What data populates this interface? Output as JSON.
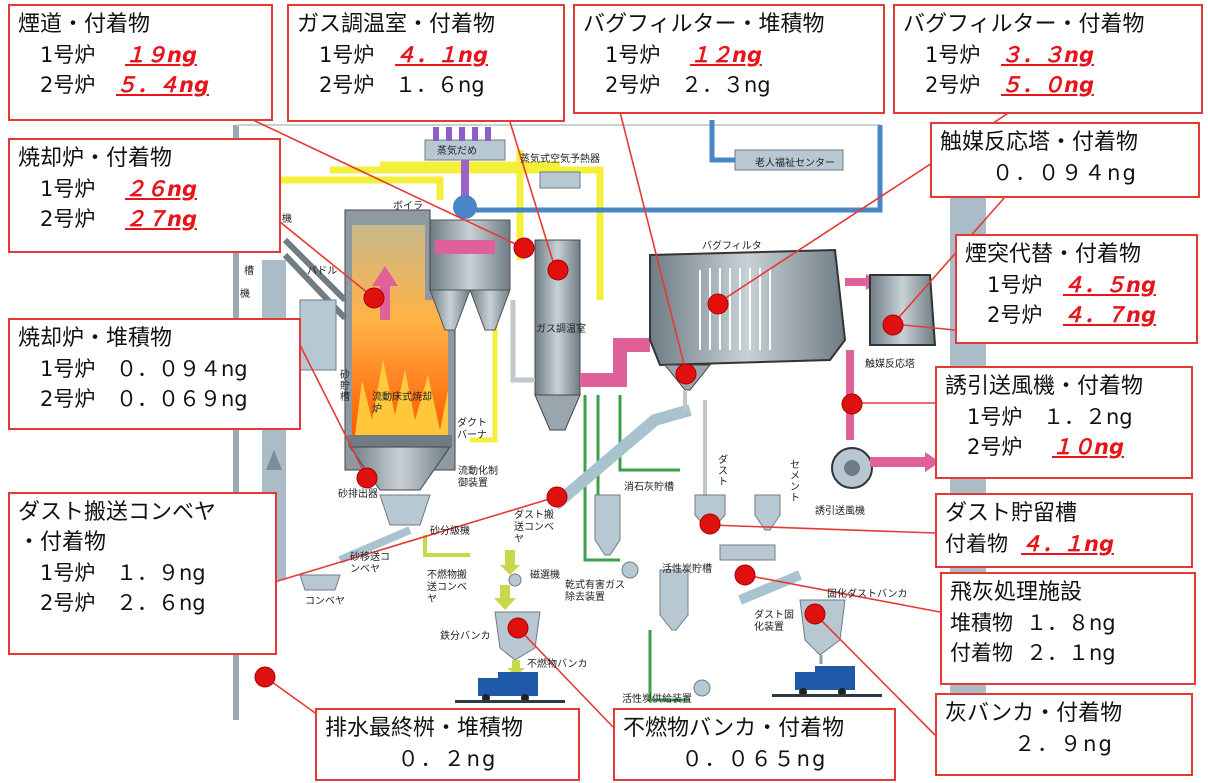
{
  "colors": {
    "box_border": "#e53935",
    "highlight_text": "#e8141b",
    "marker": "#e01010",
    "equipment": "#9fb3bf",
    "flue_yellow": "#f4ef3a",
    "flow_pink": "#e0609a",
    "flow_blue": "#4a85c6",
    "fire": "#ff7a1a"
  },
  "boxes": {
    "flue": {
      "title": "煙道・付着物",
      "rows": [
        {
          "label": "1号炉",
          "value": "１９ng",
          "highlight": true
        },
        {
          "label": "2号炉",
          "value": "５．４ng",
          "highlight": true
        }
      ]
    },
    "gas_cooling": {
      "title": "ガス調温室・付着物",
      "rows": [
        {
          "label": "1号炉",
          "value": "４．１ng",
          "highlight": true
        },
        {
          "label": "2号炉",
          "value": "１．６ng",
          "highlight": false
        }
      ]
    },
    "bag_deposit": {
      "title": "バグフィルター・堆積物",
      "rows": [
        {
          "label": "1号炉",
          "value": "１２ng",
          "highlight": true
        },
        {
          "label": "2号炉",
          "value": "２．３ng",
          "highlight": false
        }
      ]
    },
    "bag_adhered": {
      "title": "バグフィルター・付着物",
      "rows": [
        {
          "label": "1号炉",
          "value": "３．３ng",
          "highlight": true
        },
        {
          "label": "2号炉",
          "value": "５．０ng",
          "highlight": true
        }
      ]
    },
    "catalyst": {
      "title": "触媒反応塔・付着物",
      "value": "０．０９４ng"
    },
    "chimney": {
      "title": "煙突代替・付着物",
      "rows": [
        {
          "label": "1号炉",
          "value": "４．５ng",
          "highlight": true
        },
        {
          "label": "2号炉",
          "value": "４．７ng",
          "highlight": true
        }
      ]
    },
    "incinerator_adhered": {
      "title": "焼却炉・付着物",
      "rows": [
        {
          "label": "1号炉",
          "value": "２６ng",
          "highlight": true
        },
        {
          "label": "2号炉",
          "value": "２７ng",
          "highlight": true
        }
      ]
    },
    "incinerator_deposit": {
      "title": "焼却炉・堆積物",
      "rows": [
        {
          "label": "1号炉",
          "value": "０．０９４ng",
          "highlight": false
        },
        {
          "label": "2号炉",
          "value": "０．０６９ng",
          "highlight": false
        }
      ]
    },
    "induced_fan": {
      "title": "誘引送風機・付着物",
      "rows": [
        {
          "label": "1号炉",
          "value": "１．２ng",
          "highlight": false
        },
        {
          "label": "2号炉",
          "value": "１０ng",
          "highlight": true
        }
      ]
    },
    "dust_storage": {
      "title": "ダスト貯留槽",
      "row": {
        "label": "付着物",
        "value": "４．１ng",
        "highlight": true
      }
    },
    "dust_conveyor": {
      "title": "ダスト搬送コンベヤ",
      "subtitle": "・付着物",
      "rows": [
        {
          "label": "1号炉",
          "value": "１．９ng",
          "highlight": false
        },
        {
          "label": "2号炉",
          "value": "２．６ng",
          "highlight": false
        }
      ]
    },
    "fly_ash": {
      "title": "飛灰処理施設",
      "rows": [
        {
          "label": "堆積物",
          "value": "１．８ng",
          "highlight": false
        },
        {
          "label": "付着物",
          "value": "２．１ng",
          "highlight": false
        }
      ]
    },
    "ash_bunker": {
      "title": "灰バンカ・付着物",
      "value": "２．９ng"
    },
    "drain": {
      "title": "排水最終桝・堆積物",
      "value": "０．２ng"
    },
    "noncombustible": {
      "title": "不燃物バンカ・付着物",
      "value": "０．０６５ng"
    }
  },
  "diagram_labels": {
    "steam_header": "蒸気だめ",
    "air_preheater": "蒸気式空気予熱器",
    "elderly_center": "老人福祉センター",
    "boiler": "ボイラ",
    "paddle": "パドル",
    "sand_tank": "砂貯槽",
    "furnace": "流動床式焼却炉",
    "duct_burner": "ダクトバーナ",
    "fluidizing": "流動化制御装置",
    "gas_cooler": "ガス調温室",
    "bag_filter": "バグフィルタ",
    "catalyst_tower": "触媒反応塔",
    "induced_fan": "誘引送風機",
    "sand_extractor": "砂排出器",
    "sand_sorter": "砂分級機",
    "sand_conveyor": "砂移送コンベヤ",
    "dust_conveyor": "ダスト搬送コンベヤ",
    "conveyor": "コンベヤ",
    "noncomb_conveyor": "不燃物搬送コンベヤ",
    "magnetic": "磁選機",
    "iron_bunker": "鉄分バンカ",
    "noncomb_bunker": "不燃物バンカ",
    "lime_tank": "消石灰貯槽",
    "dry_gas": "乾式有害ガス除去装置",
    "carbon_tank": "活性炭貯槽",
    "carbon_feed": "活性炭供給装置",
    "dust": "ダスト",
    "cement": "セメント",
    "dust_solidify": "ダスト固化装置",
    "solid_bunker": "固化ダストバンカ",
    "machine": "機",
    "tank": "槽"
  }
}
